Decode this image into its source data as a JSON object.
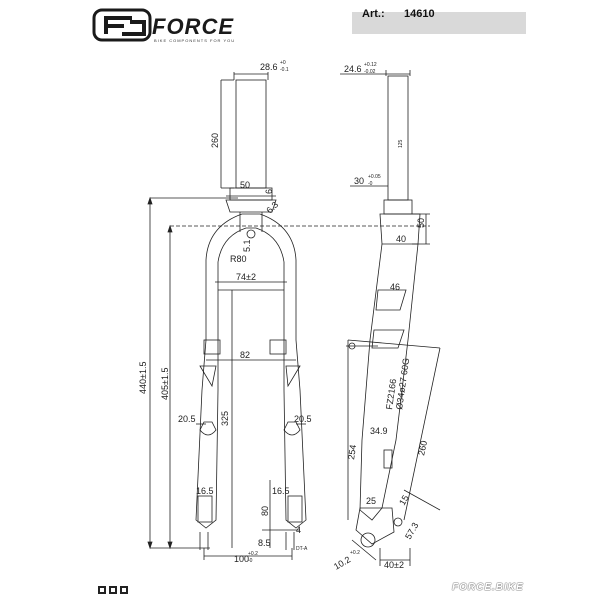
{
  "header": {
    "brand": "FORCE",
    "tagline": "BIKE COMPONENTS FOR YOU",
    "article_label": "Art.:",
    "article_number": "14610"
  },
  "front_view": {
    "steerer_diameter": "28.6",
    "steerer_tol_plus": "+0",
    "steerer_tol_minus": "-0.1",
    "steerer_length": "260",
    "crown_race_dia": "50",
    "crown_race_h": "6",
    "crown_thickness": "6.3",
    "crown_offset": "5.1",
    "arch_radius": "R80",
    "arch_width": "74±2",
    "spacing": "82",
    "leg_dia_left": "20.5",
    "leg_dia_right": "20.5",
    "leg_length": "325",
    "total_length": "440±1.5",
    "axle_to_crown": "405±1.5",
    "dropout_width_left": "16.5",
    "dropout_width_right": "16.5",
    "dropout_height": "80",
    "dropout_thickness": "4",
    "dropout_offset": "8.5",
    "hub_spacing": "100",
    "hub_tol_plus": "+0.2",
    "hub_tol_minus": "-0",
    "detail_ref": "DT-A"
  },
  "side_view": {
    "steerer_diameter": "24.6",
    "steerer_tol_plus": "+0.12",
    "steerer_tol_minus": "-0.02",
    "steerer_text": "125",
    "crown_race": "30",
    "crown_race_tol_plus": "+0.05",
    "crown_race_tol_minus": "-0",
    "crown_height": "50",
    "crown_dia": "40",
    "leg_top": "46",
    "stamp_line1": "FZ2166",
    "stamp_line2": "Ø34ø27 60G",
    "leg_dia": "34.9",
    "rake_length_left": "254",
    "rake_length_right": "260",
    "dropout_1": "15",
    "dropout_2": "25",
    "dropout_3": "57.3",
    "dropout_slot": "10.2",
    "dropout_slot_tol": "+0.2",
    "rake": "40±2"
  },
  "footer": {
    "website": "FORCE.BIKE"
  }
}
